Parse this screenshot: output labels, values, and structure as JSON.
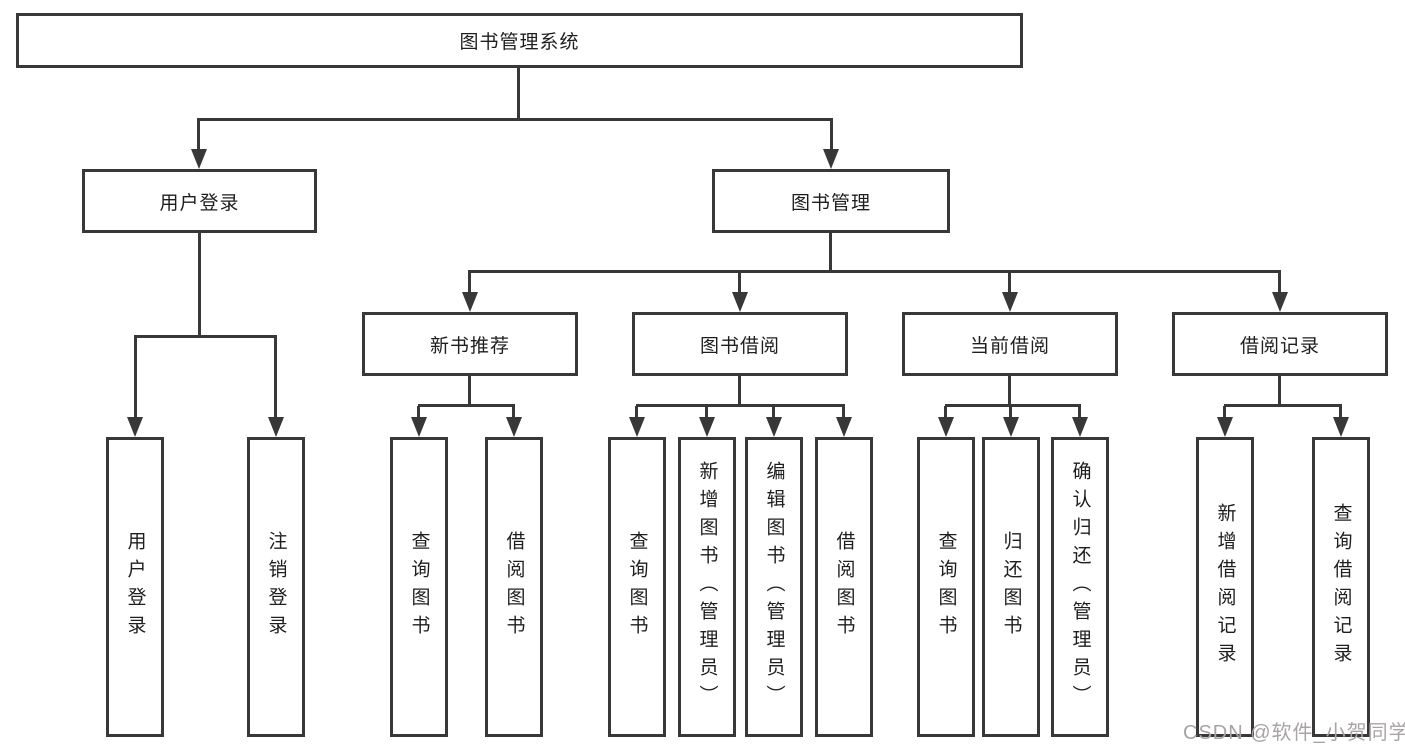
{
  "watermark": "CSDN @软件_小贺同学",
  "colors": {
    "line": "#383838",
    "text": "#1e1e1e",
    "background": "#ffffff",
    "watermark": "#a9a4a4"
  },
  "tree": {
    "label": "图书管理系统",
    "children": [
      {
        "label": "用户登录",
        "children": [
          {
            "label": "用户登录"
          },
          {
            "label": "注销登录"
          }
        ]
      },
      {
        "label": "图书管理",
        "children": [
          {
            "label": "新书推荐",
            "children": [
              {
                "label": "查询图书"
              },
              {
                "label": "借阅图书"
              }
            ]
          },
          {
            "label": "图书借阅",
            "children": [
              {
                "label": "查询图书"
              },
              {
                "label": "新增图书（管理员）"
              },
              {
                "label": "编辑图书（管理员）"
              },
              {
                "label": "借阅图书"
              }
            ]
          },
          {
            "label": "当前借阅",
            "children": [
              {
                "label": "查询图书"
              },
              {
                "label": "归还图书"
              },
              {
                "label": "确认归还（管理员）"
              }
            ]
          },
          {
            "label": "借阅记录",
            "children": [
              {
                "label": "新增借阅记录"
              },
              {
                "label": "查询借阅记录"
              }
            ]
          }
        ]
      }
    ]
  }
}
